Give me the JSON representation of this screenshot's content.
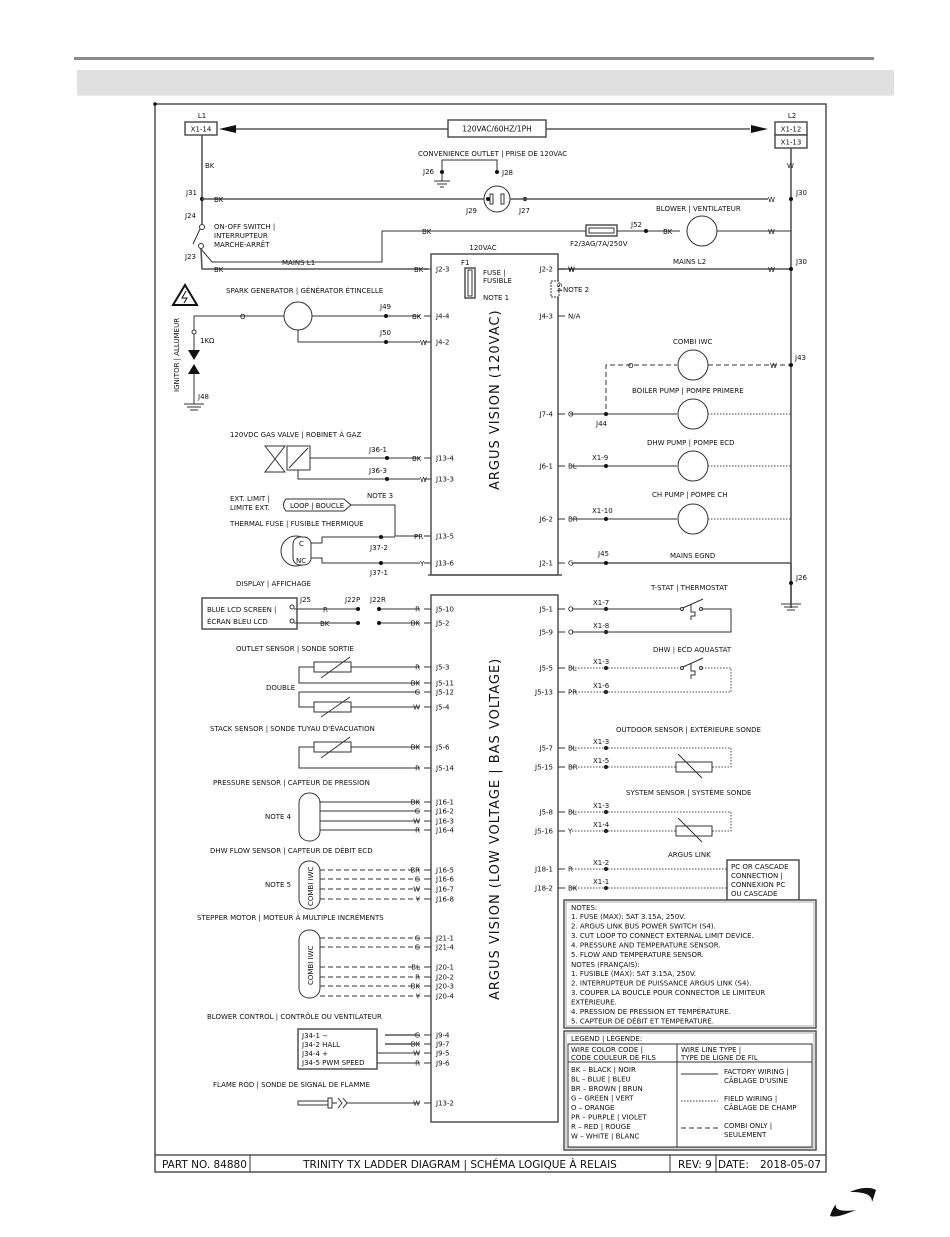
{
  "page": {
    "title_block": {
      "part_no": "PART NO. 84880",
      "title": "TRINITY TX LADDER DIAGRAM | SCHÉMA LOGIQUE À RELAIS",
      "rev": "REV: 9",
      "date_label": "DATE:",
      "date": "2018-05-07"
    }
  },
  "supply": {
    "l1_label": "L1",
    "l1_term": "X1-14",
    "l2_label": "L2",
    "l2_term_a": "X1-12",
    "l2_term_b": "X1-13",
    "rating": "120VAC/60HZ/1PH"
  },
  "top": {
    "bk": "BK",
    "w": "W",
    "j31": "J31",
    "j30": "J30",
    "j24": "J24",
    "j23": "J23",
    "switch_l1": "ON-OFF SWITCH |",
    "switch_l2": "INTERRUPTEUR",
    "switch_l3": "MARCHE-ARRÊT",
    "outlet": "CONVENIENCE OUTLET | PRISE DE 120VAC",
    "j26": "J26",
    "j28": "J28",
    "j29": "J29",
    "j27": "J27",
    "blower": "BLOWER | VENTILATEUR",
    "j52": "J52",
    "fuse2": "F2/3AG/7A/250V",
    "mains_l1": "MAINS L1",
    "mains_l2": "MAINS L2"
  },
  "board_hv": {
    "header": "120VAC",
    "title": "ARGUS VISION (120VAC)",
    "f1": "F1",
    "fuse_l1": "FUSE |",
    "fuse_l2": "FUSIBLE",
    "note1": "NOTE 1",
    "s4": "S4",
    "note2": "NOTE 2",
    "left_pins": [
      {
        "wire": "BK",
        "pin": "J2-3"
      },
      {
        "wire": "BK",
        "pin": "J4-4"
      },
      {
        "wire": "W",
        "pin": "J4-2"
      },
      {
        "wire": "BK",
        "pin": "J13-4"
      },
      {
        "wire": "W",
        "pin": "J13-3"
      },
      {
        "wire": "PR",
        "pin": "J13-5"
      },
      {
        "wire": "Y",
        "pin": "J13-6"
      }
    ],
    "right_pins": [
      {
        "wire": "W",
        "pin": "J2-2"
      },
      {
        "wire": "N/A",
        "pin": "J4-3"
      },
      {
        "wire": "O",
        "pin": "J7-4"
      },
      {
        "wire": "BL",
        "pin": "J6-1"
      },
      {
        "wire": "BR",
        "pin": "J6-2"
      },
      {
        "wire": "G",
        "pin": "J2-1"
      }
    ]
  },
  "left_hv": {
    "spark": "SPARK GENERATOR | GÉNÉRATOR ÉTINCELLE",
    "o": "O",
    "j49": "J49",
    "j50": "J50",
    "ignitor": "IGNITOR | ALLUMEUR",
    "ohm": "1KΩ",
    "j48": "J48",
    "gas_valve": "120VDC GAS VALVE | ROBINET À GAZ",
    "j36_1": "J36-1",
    "j36_3": "J36-3",
    "ext_l1": "EXT. LIMIT |",
    "ext_l2": "LIMITE EXT.",
    "loop": "LOOP | BOUCLE",
    "note3": "NOTE 3",
    "thermal": "THERMAL FUSE | FUSIBLE THERMIQUE",
    "c": "C",
    "nc": "NC",
    "j37_2": "J37-2",
    "j37_1": "J37-1"
  },
  "right_hv": {
    "combi": "COMBI IWC",
    "o": "O",
    "w": "W",
    "j43": "J43",
    "boiler": "BOILER PUMP | POMPE PRIMERE",
    "j44": "J44",
    "dhw_pump": "DHW PUMP | POMPE ECD",
    "x1_9": "X1-9",
    "ch_pump": "CH PUMP | POMPE CH",
    "x1_10": "X1-10",
    "j45": "J45",
    "mains_egnd": "MAINS EGND",
    "j26": "J26"
  },
  "board_lv": {
    "title": "ARGUS VISION (LOW VOLTAGE | BAS VOLTAGE)",
    "left_pins": [
      {
        "wire": "R",
        "pin": "J5-10"
      },
      {
        "wire": "BK",
        "pin": "J5-2"
      },
      {
        "wire": "R",
        "pin": "J5-3"
      },
      {
        "wire": "BK",
        "pin": "J5-11"
      },
      {
        "wire": "G",
        "pin": "J5-12"
      },
      {
        "wire": "W",
        "pin": "J5-4"
      },
      {
        "wire": "BK",
        "pin": "J5-6"
      },
      {
        "wire": "R",
        "pin": "J5-14"
      },
      {
        "wire": "BK",
        "pin": "J16-1"
      },
      {
        "wire": "G",
        "pin": "J16-2"
      },
      {
        "wire": "W",
        "pin": "J16-3"
      },
      {
        "wire": "R",
        "pin": "J16-4"
      },
      {
        "wire": "BR",
        "pin": "J16-5"
      },
      {
        "wire": "G",
        "pin": "J16-6"
      },
      {
        "wire": "W",
        "pin": "J16-7"
      },
      {
        "wire": "Y",
        "pin": "J16-8"
      },
      {
        "wire": "G",
        "pin": "J21-1"
      },
      {
        "wire": "G",
        "pin": "J21-4"
      },
      {
        "wire": "BL",
        "pin": "J20-1"
      },
      {
        "wire": "R",
        "pin": "J20-2"
      },
      {
        "wire": "BK",
        "pin": "J20-3"
      },
      {
        "wire": "Y",
        "pin": "J20-4"
      },
      {
        "wire": "G",
        "pin": "J9-4"
      },
      {
        "wire": "BK",
        "pin": "J9-7"
      },
      {
        "wire": "W",
        "pin": "J9-5"
      },
      {
        "wire": "R",
        "pin": "J9-6"
      },
      {
        "wire": "W",
        "pin": "J13-2"
      }
    ],
    "right_pins": [
      {
        "wire": "O",
        "pin": "J5-1",
        "x1": "X1-7"
      },
      {
        "wire": "O",
        "pin": "J5-9",
        "x1": "X1-8"
      },
      {
        "wire": "BL",
        "pin": "J5-5",
        "x1": "X1-3"
      },
      {
        "wire": "PR",
        "pin": "J5-13",
        "x1": "X1-6"
      },
      {
        "wire": "BL",
        "pin": "J5-7",
        "x1": "X1-3"
      },
      {
        "wire": "BR",
        "pin": "J5-15",
        "x1": "X1-5"
      },
      {
        "wire": "BL",
        "pin": "J5-8",
        "x1": "X1-3"
      },
      {
        "wire": "Y",
        "pin": "J5-16",
        "x1": "X1-4"
      },
      {
        "wire": "R",
        "pin": "J18-1",
        "x1": "X1-2"
      },
      {
        "wire": "BK",
        "pin": "J18-2",
        "x1": "X1-1"
      }
    ]
  },
  "left_lv": {
    "display": "DISPLAY | AFFICHAGE",
    "lcd_l1": "BLUE LCD SCREEN |",
    "lcd_l2": "ÉCRAN BLEU LCD",
    "j25": "J25",
    "j22p": "J22P",
    "j22r": "J22R",
    "r": "R",
    "bk": "BK",
    "outlet_sensor": "OUTLET SENSOR | SONDE SORTIE",
    "double": "DOUBLE",
    "stack_sensor": "STACK SENSOR | SONDE TUYAU D'ÉVACUATION",
    "pressure_sensor": "PRESSURE SENSOR | CAPTEUR DE PRESSION",
    "note4": "NOTE 4",
    "dhw_flow": "DHW FLOW SENSOR | CAPTEUR DE DÉBIT ECD",
    "note5": "NOTE 5",
    "combi_iwc": "COMBI IWC",
    "stepper": "STEPPER MOTOR | MOTEUR À MULTIPLE INCRÉMENTS",
    "blower_control": "BLOWER CONTROL | CONTRÔLE OU VENTILATEUR",
    "blower_pins": [
      "J34-1  −",
      "J34-2  HALL",
      "J34-4  +",
      "J34-5  PWM SPEED"
    ],
    "flame_rod": "FLAME ROD | SONDE DE SIGNAL DE FLAMME"
  },
  "right_lv": {
    "tstat": "T-STAT | THERMOSTAT",
    "aquastat": "DHW | ECD AQUASTAT",
    "outdoor": "OUTDOOR SENSOR | EXTÉRIEURE SONDE",
    "system": "SYSTEM SENSOR | SYSTÈME SONDE",
    "argus_link": "ARGUS LINK",
    "pc_lines": [
      "PC OR CASCADE",
      "CONNECTION |",
      "CONNEXION PC",
      "OU CASCADE"
    ]
  },
  "notes": {
    "header": "NOTES:",
    "en": [
      "1. FUSE (MAX): 5AT 3.15A, 250V.",
      "2. ARGUS LINK BUS POWER SWITCH (S4).",
      "3. CUT LOOP TO CONNECT EXTERNAL LIMIT DEVICE.",
      "4. PRESSURE AND TEMPERATURE SENSOR.",
      "5. FLOW AND TEMPERATURE SENSOR."
    ],
    "fr_header": "NOTES (FRANÇAIS):",
    "fr": [
      "1. FUSIBLE (MAX): 5AT 3.15A, 250V.",
      "2. INTERRUPTEUR DE PUISSANCE ARGUS LINK (S4).",
      "3. COUPER LA BOUCLE POUR CONNECTOR LE LIMITEUR",
      "EXTÉRIEURE.",
      "4. PRESSION DE PRESSION ET TEMPÉRATURE.",
      "5. CAPTEUR DE DÉBIT ET TEMPERATURE."
    ]
  },
  "legend": {
    "header": "LEGEND | LÉGENDE:",
    "col1_l1": "WIRE COLOR CODE |",
    "col1_l2": "CODE COULEUR DE FILS",
    "col2_l1": "WIRE LINE TYPE |",
    "col2_l2": "TYPE DE LIGNE DE FIL",
    "colors": [
      "BK – BLACK | NOIR",
      "BL – BLUE | BLEU",
      "BR – BROWN | BRUN",
      "G  – GREEN | VERT",
      "O  – ORANGE",
      "PR – PURPLE | VIOLET",
      "R  – RED | ROUGE",
      "W  – WHITE | BLANC"
    ],
    "types": [
      {
        "l1": "FACTORY WIRING |",
        "l2": "CÂBLAGE D'USINE"
      },
      {
        "l1": "FIELD WIRING |",
        "l2": "CÂBLAGE DE CHAMP"
      },
      {
        "l1": "COMBI ONLY |",
        "l2": "SEULEMENT"
      }
    ]
  }
}
